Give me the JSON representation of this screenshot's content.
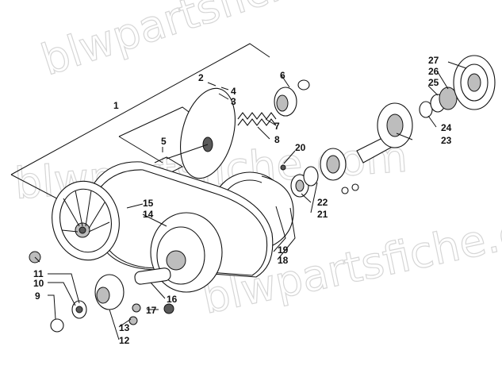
{
  "diagram": {
    "watermark_text": "blwpartsfiche.com",
    "callouts": [
      "1",
      "2",
      "3",
      "4",
      "5",
      "6",
      "7",
      "8",
      "9",
      "10",
      "11",
      "12",
      "13",
      "14",
      "15",
      "16",
      "17",
      "18",
      "19",
      "20",
      "21",
      "22",
      "23",
      "24",
      "25",
      "26",
      "27"
    ]
  }
}
